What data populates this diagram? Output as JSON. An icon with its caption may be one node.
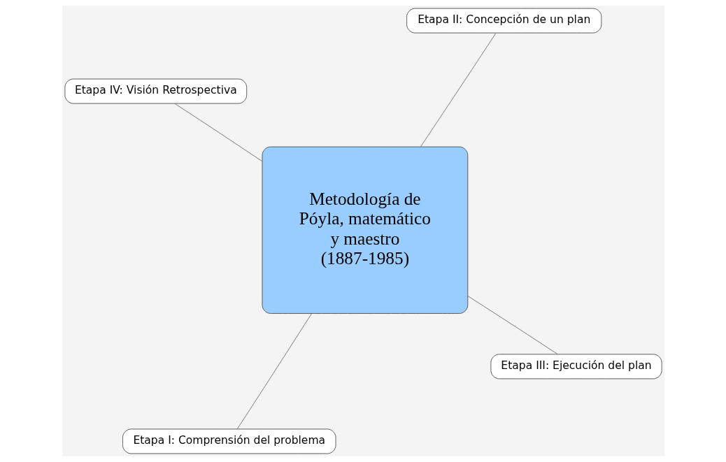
{
  "diagram": {
    "nodes": [
      {
        "text": [
          "Metodología de Póyla, matemático y maestro (1887-1985)"
        ]
      },
      {
        "text": [
          "Etapa III: Ejecución del plan"
        ]
      },
      {
        "text": [
          "Etapa I: Comprensión del problema"
        ]
      },
      {
        "text": [
          "Etapa IV: Visión Retrospectiva"
        ]
      },
      {
        "text": [
          "Etapa II: Concepción de un plan"
        ]
      }
    ],
    "edges": [
      {
        "from": 0,
        "to": 1,
        "arrow": "none"
      },
      {
        "from": 0,
        "to": 2,
        "arrow": "none"
      },
      {
        "from": 0,
        "to": 3,
        "arrow": "none"
      },
      {
        "from": 0,
        "to": 4,
        "arrow": "none"
      }
    ]
  }
}
